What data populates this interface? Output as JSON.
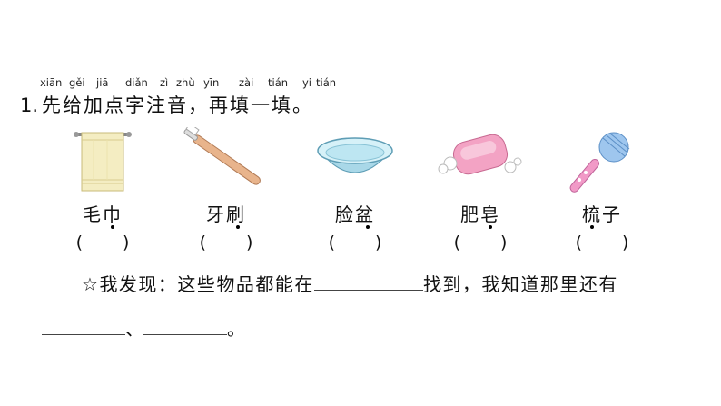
{
  "pinyin": [
    "xiān",
    "gěi",
    "jiā",
    "diǎn",
    "zì",
    "zhù",
    "yīn",
    "zài",
    "tián",
    "yi",
    "tián"
  ],
  "question": {
    "number": "1.",
    "text": "先给加点字注音，再填一填。"
  },
  "items": [
    {
      "icon": "towel-icon",
      "word": "毛巾",
      "paren_open": "(",
      "paren_close": ")"
    },
    {
      "icon": "toothbrush-icon",
      "word": "牙刷",
      "paren_open": "(",
      "paren_close": ")"
    },
    {
      "icon": "basin-icon",
      "word": "脸盆",
      "paren_open": "(",
      "paren_close": ")"
    },
    {
      "icon": "soap-icon",
      "word": "肥皂",
      "paren_open": "(",
      "paren_close": ")"
    },
    {
      "icon": "comb-icon",
      "word": "梳子",
      "paren_open": "(",
      "paren_close": ")"
    }
  ],
  "discovery": {
    "star": "☆",
    "prefix": "我发现：这些物品都能在",
    "middle": "找到，我知道那里还有",
    "separator": "、",
    "end": "。"
  },
  "colors": {
    "towel": "#f4edc2",
    "toothbrush": "#e8b48c",
    "basin": "#bde6f2",
    "soap": "#f3a3c4",
    "comb": "#9ec6ee"
  }
}
